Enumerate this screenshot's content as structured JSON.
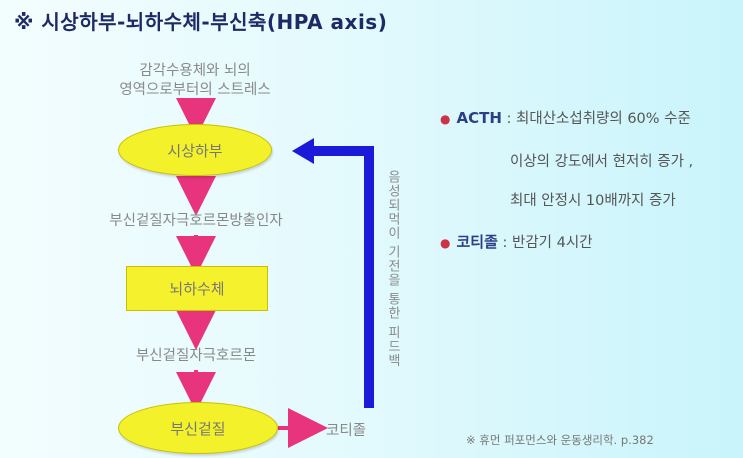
{
  "title": "※ 시상하부-뇌하수체-부신축(HPA axis)",
  "diagram": {
    "source_text_line1": "감각수용체와 뇌의",
    "source_text_line2": "영역으로부터의 스트레스",
    "node_hypothalamus": "시상하부",
    "label_crh": "부신겉질자극호르몬방출인자",
    "node_pituitary": "뇌하수체",
    "label_acth": "부신겉질자극호르몬",
    "node_adrenal": "부신겉질",
    "label_cortisol": "코티졸",
    "feedback_label": "음성되먹이 기전을 통한 피드백"
  },
  "notes": {
    "acth_key": "ACTH",
    "acth_line1": " : 최대산소섭취량의 60% 수준",
    "acth_line2": "이상의 강도에서 현저히 증가 ,",
    "acth_line3": "최대 안정시 10배까지 증가",
    "cortisol_key": "코티졸",
    "cortisol_line": " : 반감기 4시간"
  },
  "source_note": "※ 휴먼 퍼포먼스와 운동생리학. p.382",
  "colors": {
    "node_fill": "#f3f22a",
    "arrow_pink": "#e8337d",
    "arrow_blue": "#1a1ad8",
    "title": "#1e2a66",
    "bullet": "#cc3344"
  }
}
